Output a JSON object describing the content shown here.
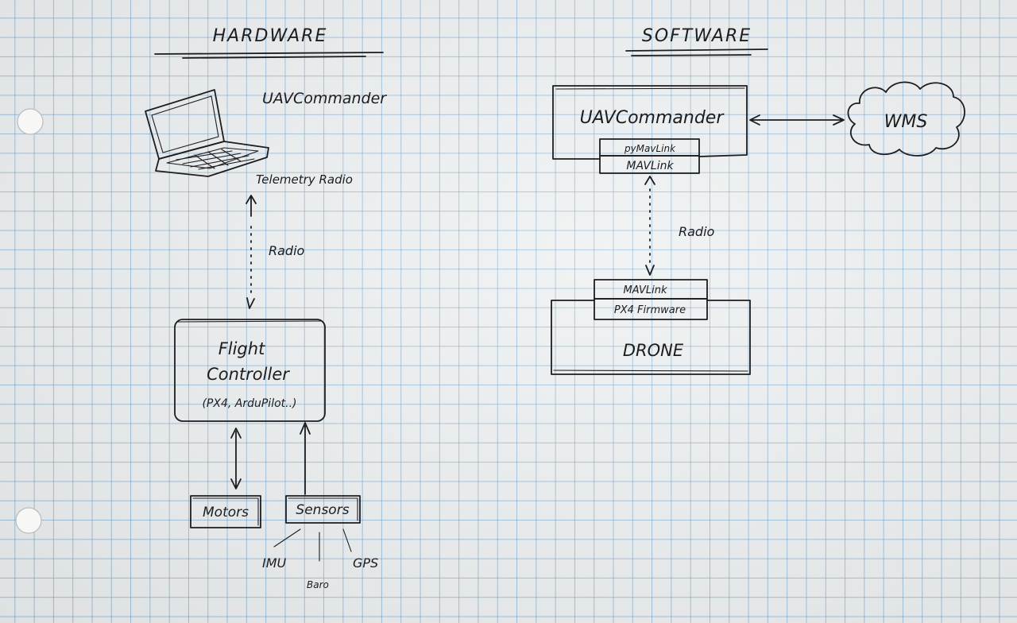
{
  "headings": {
    "hardware": "HARDWARE",
    "software": "SOFTWARE"
  },
  "hardware": {
    "laptop_label": "UAVCommander",
    "telemetry_label": "Telemetry Radio",
    "radio_label": "Radio",
    "flight_controller": {
      "line1": "Flight",
      "line2": "Controller",
      "line3": "(PX4, ArduPilot..)"
    },
    "motors": "Motors",
    "sensors": "Sensors",
    "sensor_items": {
      "imu": "IMU",
      "baro": "Baro",
      "gps": "GPS"
    }
  },
  "software": {
    "uav_commander": "UAVCommander",
    "pymavlink": "pyMavLink",
    "mavlink_top": "MAVLink",
    "wms": "WMS",
    "radio_label": "Radio",
    "mavlink_bottom": "MAVLink",
    "px4_firmware": "PX4 Firmware",
    "drone": "DRONE"
  }
}
